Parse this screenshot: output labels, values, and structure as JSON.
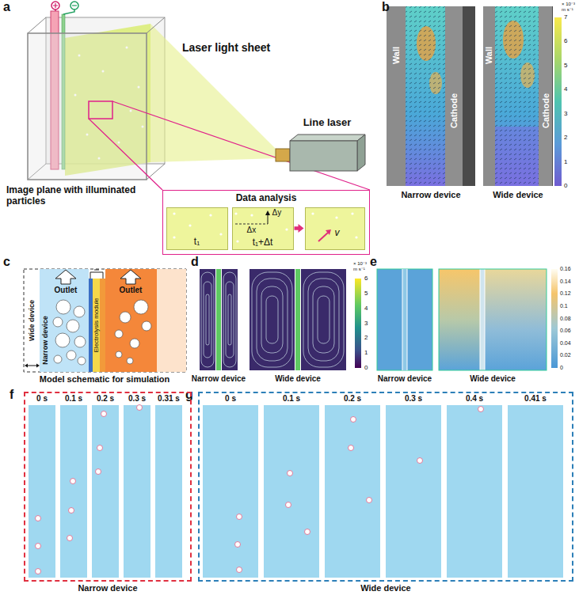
{
  "diagram": {
    "nodes": [
      {
        "text": [
          "Data analysis"
        ]
      },
      {
        "text": [
          "t₁"
        ],
        "in": 0
      },
      {
        "text": [
          "Δy",
          "Δx",
          "t₁+Δt"
        ],
        "in": 0
      },
      {
        "text": [
          "v"
        ],
        "in": 0
      },
      {
        "text": [
          "Line laser"
        ]
      },
      {
        "text": [
          "Narrow device"
        ]
      },
      {
        "text": [
          "Outlet"
        ],
        "in": 5
      },
      {
        "text": [
          "Outlet"
        ]
      },
      {
        "text": [
          "Electrolysis module"
        ]
      },
      {
        "text": [
          "Narrow device"
        ]
      },
      {
        "text": [
          "Wide device"
        ]
      }
    ],
    "edges": [
      {
        "from": 2,
        "to": 3,
        "arrow": "to"
      }
    ],
    "labels": [
      "a",
      "b",
      "c",
      "d",
      "e",
      "f",
      "g",
      "Laser light sheet",
      "Image plane with illuminated particles",
      "Wall",
      "Cathode",
      "Wall",
      "Cathode",
      "Narrow device",
      "Wide device",
      "7",
      "6",
      "5",
      "4",
      "3",
      "2",
      "1",
      "0",
      "× 10⁻³ m s⁻¹",
      "Wide device",
      "Model schematic for simulation",
      "Narrow device",
      "Wide device",
      "6",
      "5",
      "4",
      "3",
      "2",
      "1",
      "0",
      "× 10⁻³ m s⁻¹",
      "Narrow device",
      "Wide device",
      "0.16",
      "0.14",
      "0.12",
      "0.1",
      "0.08",
      "0.06",
      "0.04",
      "0.02",
      "0",
      "0 s",
      "0.1 s",
      "0.2 s",
      "0.3 s",
      "0.31 s",
      "0 s",
      "0.1 s",
      "0.2 s",
      "0.3 s",
      "0.4 s",
      "0.41 s"
    ]
  }
}
